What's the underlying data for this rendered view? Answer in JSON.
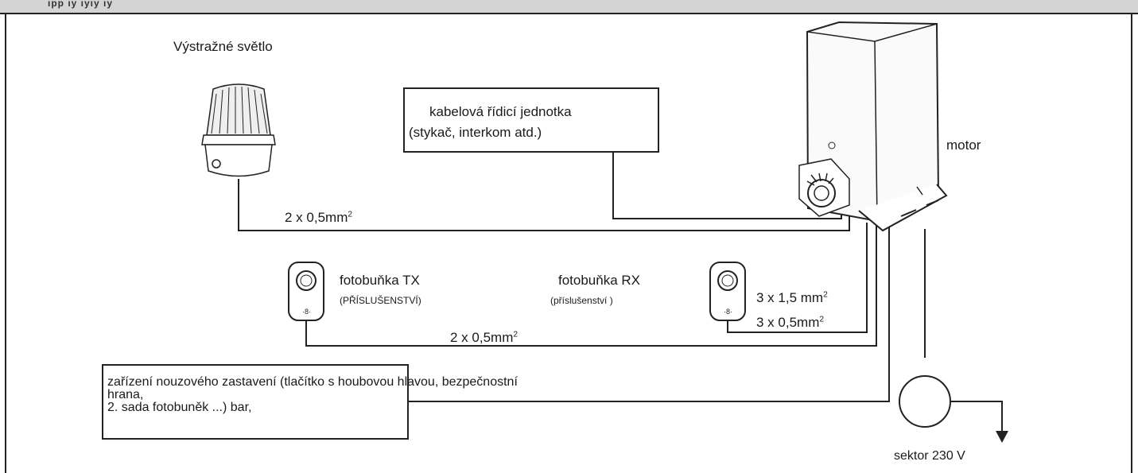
{
  "header": {
    "garbled_text": "  ıpp    ıy  ıyıy ıy"
  },
  "warning_light": {
    "label": "Výstražné světlo"
  },
  "control_unit": {
    "line1": "kabelová řídicí jednotka",
    "line2": "(stykač, interkom atd.)"
  },
  "motor": {
    "label": "motor"
  },
  "wire_light": {
    "text": "2 x  0,5mm",
    "sup": "2"
  },
  "photocell_tx": {
    "label": "fotobuňka TX",
    "sub": "(PŘÍSLUŠENSTVÍ)"
  },
  "photocell_rx": {
    "label": "fotobuňka  RX",
    "sub": "(příslušenství )"
  },
  "wire_rx_power": {
    "text": "3 x 1,5 mm",
    "sup": "2"
  },
  "wire_rx_signal": {
    "text": "3 x  0,5mm",
    "sup": "2"
  },
  "wire_tx": {
    "text": "2 x  0,5mm",
    "sup": "2"
  },
  "emergency_box": {
    "line1": "zařízení nouzového zastavení (tlačítko s houbovou hlavou, bezpečnostní",
    "line2": "hrana,",
    "line3": "2. sada fotobuněk ...) bar,"
  },
  "mains": {
    "label": "sektor 230 V"
  }
}
